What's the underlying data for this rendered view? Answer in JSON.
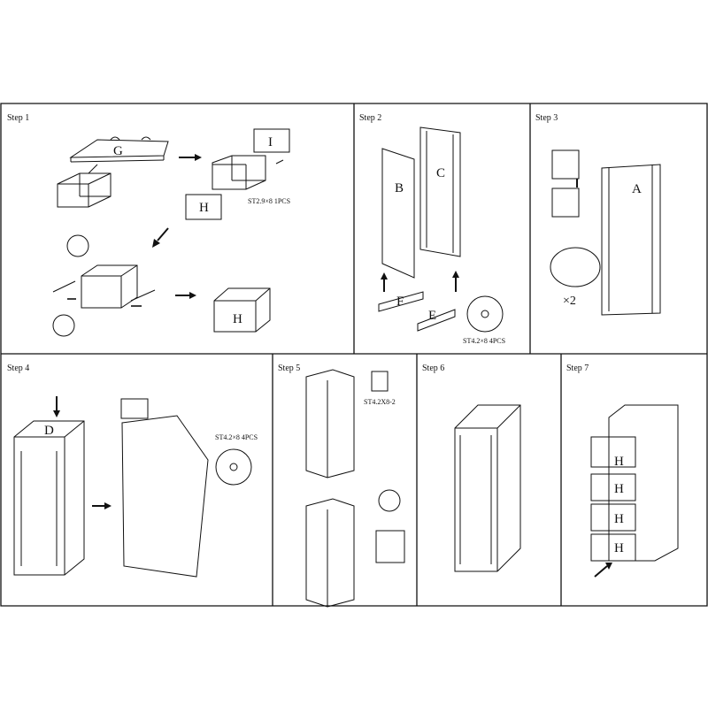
{
  "steps": [
    {
      "label": "Step 1",
      "parts": [
        "G",
        "I",
        "H",
        "H"
      ],
      "note": "ST2.9×8 1PCS"
    },
    {
      "label": "Step 2",
      "parts": [
        "B",
        "C",
        "F",
        "E"
      ],
      "note": "ST4.2×8 4PCS"
    },
    {
      "label": "Step 3",
      "parts": [
        "A"
      ],
      "multiplier": "×2"
    },
    {
      "label": "Step 4",
      "parts": [
        "D"
      ],
      "note": "ST4.2×8 4PCS"
    },
    {
      "label": "Step 5",
      "note": "ST4.2X8-2"
    },
    {
      "label": "Step 6"
    },
    {
      "label": "Step 7",
      "parts": [
        "H",
        "H",
        "H",
        "H"
      ]
    }
  ],
  "colors": {
    "line": "#111111",
    "background": "#ffffff"
  }
}
